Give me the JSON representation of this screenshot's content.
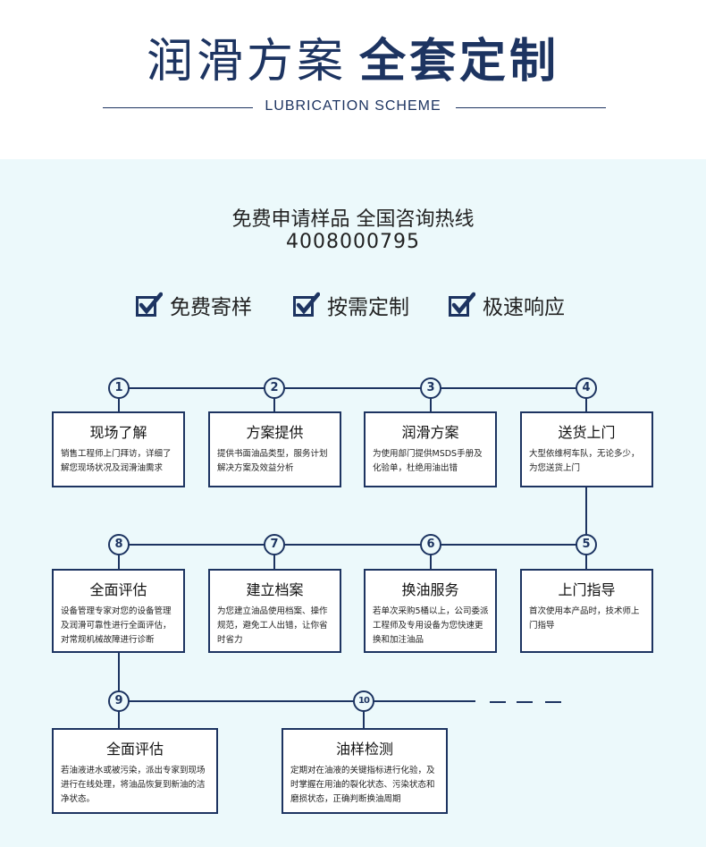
{
  "header": {
    "title_light": "润滑方案",
    "title_bold": "全套定制",
    "subtitle": "LUBRICATION SCHEME"
  },
  "cta": {
    "line": "免费申请样品 全国咨询热线",
    "phone": "4008000795"
  },
  "features": [
    "免费寄样",
    "按需定制",
    "极速响应"
  ],
  "steps": [
    {
      "num": "1",
      "title": "现场了解",
      "desc": "销售工程师上门拜访，详细了解您现场状况及润滑油需求"
    },
    {
      "num": "2",
      "title": "方案提供",
      "desc": "提供书面油品类型，服务计划解决方案及效益分析"
    },
    {
      "num": "3",
      "title": "润滑方案",
      "desc": "为使用部门提供MSDS手册及化验单，杜绝用油出错"
    },
    {
      "num": "4",
      "title": "送货上门",
      "desc": "大型依维柯车队，无论多少，为您送货上门"
    },
    {
      "num": "5",
      "title": "上门指导",
      "desc": "首次使用本产品时，技术师上门指导"
    },
    {
      "num": "6",
      "title": "换油服务",
      "desc": "若单次采购5桶以上，公司委派工程师及专用设备为您快速更换和加注油品"
    },
    {
      "num": "7",
      "title": "建立档案",
      "desc": "为您建立油品使用档案、操作规范，避免工人出错，让你省时省力"
    },
    {
      "num": "8",
      "title": "全面评估",
      "desc": "设备管理专家对您的设备管理及润滑可靠性进行全面评估，对常规机械故障进行诊断"
    },
    {
      "num": "9",
      "title": "全面评估",
      "desc": "若油液进水或被污染，派出专家到现场进行在线处理，将油品恢复到新油的洁净状态。"
    },
    {
      "num": "10",
      "title": "油样检测",
      "desc": "定期对在油液的关键指标进行化验，及时掌握在用油的裂化状态、污染状态和磨损状态，正确判断换油周期"
    }
  ],
  "colors": {
    "navy": "#1d3461",
    "panel_bg": "#ecf9fb"
  }
}
